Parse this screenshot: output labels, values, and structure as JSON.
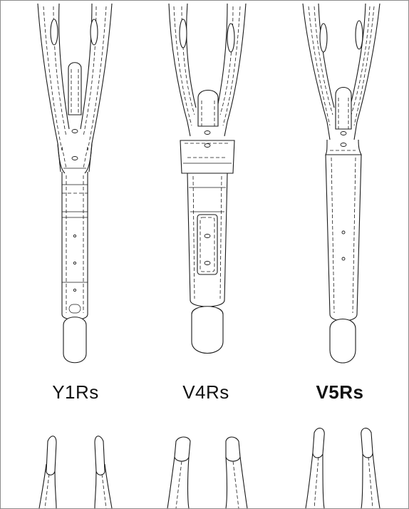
{
  "models": [
    {
      "name": "Y1Rs",
      "emphasized": false
    },
    {
      "name": "V4Rs",
      "emphasized": false
    },
    {
      "name": "V5Rs",
      "emphasized": true
    }
  ]
}
